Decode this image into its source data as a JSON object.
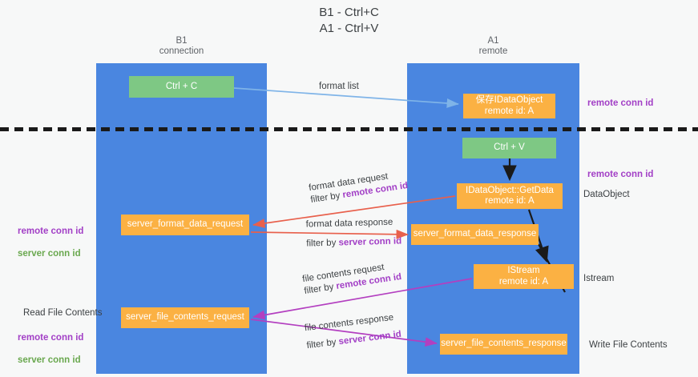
{
  "diagram": {
    "title": "B1 - Ctrl+C\nA1 - Ctrl+V",
    "lanes": [
      {
        "id": "b1",
        "label": "B1\nconnection",
        "color": "#4a86e0"
      },
      {
        "id": "a1",
        "label": "A1\nremote",
        "color": "#4a86e0"
      }
    ],
    "colors": {
      "lane": "#4a86e0",
      "green_box": "#7ec884",
      "orange_box": "#fbb143",
      "remote_conn_id": "#a23fc6",
      "server_conn_id": "#6aa84f",
      "arrow_blue": "#7fb4e8",
      "arrow_red": "#e8604c",
      "arrow_magenta": "#b33fc0",
      "arrow_black": "#1a1a1a",
      "divider": "#1a1a1a",
      "background": "#f7f8f8",
      "text": "#3c4043"
    },
    "nodes": [
      {
        "id": "ctrl-c",
        "label": "Ctrl + C",
        "lane": "b1",
        "style": "green"
      },
      {
        "id": "save-idataobject",
        "label": "保存IDataObject\nremote id: A",
        "lane": "a1",
        "style": "orange"
      },
      {
        "id": "ctrl-v",
        "label": "Ctrl + V",
        "lane": "a1",
        "style": "green"
      },
      {
        "id": "getdata",
        "label": "IDataObject::GetData\nremote id: A",
        "lane": "a1",
        "style": "orange"
      },
      {
        "id": "server-format-data-request",
        "label": "server_format_data_request",
        "lane": "b1",
        "style": "orange"
      },
      {
        "id": "server-format-data-response",
        "label": "server_format_data_response",
        "lane": "a1",
        "style": "orange"
      },
      {
        "id": "istream",
        "label": "IStream\nremote id: A",
        "lane": "a1",
        "style": "orange"
      },
      {
        "id": "server-file-contents-request",
        "label": "server_file_contents_request",
        "lane": "b1",
        "style": "orange"
      },
      {
        "id": "server-file-contents-response",
        "label": "server_file_contents_response",
        "lane": "a1",
        "style": "orange"
      }
    ],
    "edge_labels": {
      "format_list": "format list",
      "format_data_request": "format data request",
      "format_data_request_filter_prefix": "filter by ",
      "format_data_request_filter_key": "remote conn id",
      "format_data_response": "format data response",
      "format_data_response_filter_prefix": "filter by ",
      "format_data_response_filter_key": "server conn id",
      "file_contents_request": "file contents request",
      "file_contents_request_filter_prefix": "filter by ",
      "file_contents_request_filter_key": "remote conn id",
      "file_contents_response": "file contents response",
      "file_contents_response_filter_prefix": "filter by ",
      "file_contents_response_filter_key": "server conn id"
    },
    "annotations": {
      "right_remote_conn_id_top": "remote conn id",
      "right_remote_conn_id_mid": "remote conn id",
      "right_dataobject": "DataObject",
      "right_istream": "Istream",
      "right_write_file_contents": "Write File Contents",
      "left_remote_conn_id": "remote conn id",
      "left_server_conn_id": "server conn id",
      "left_read_file_contents": "Read File Contents",
      "left_remote_conn_id_2": "remote conn id",
      "left_server_conn_id_2": "server conn id"
    }
  }
}
